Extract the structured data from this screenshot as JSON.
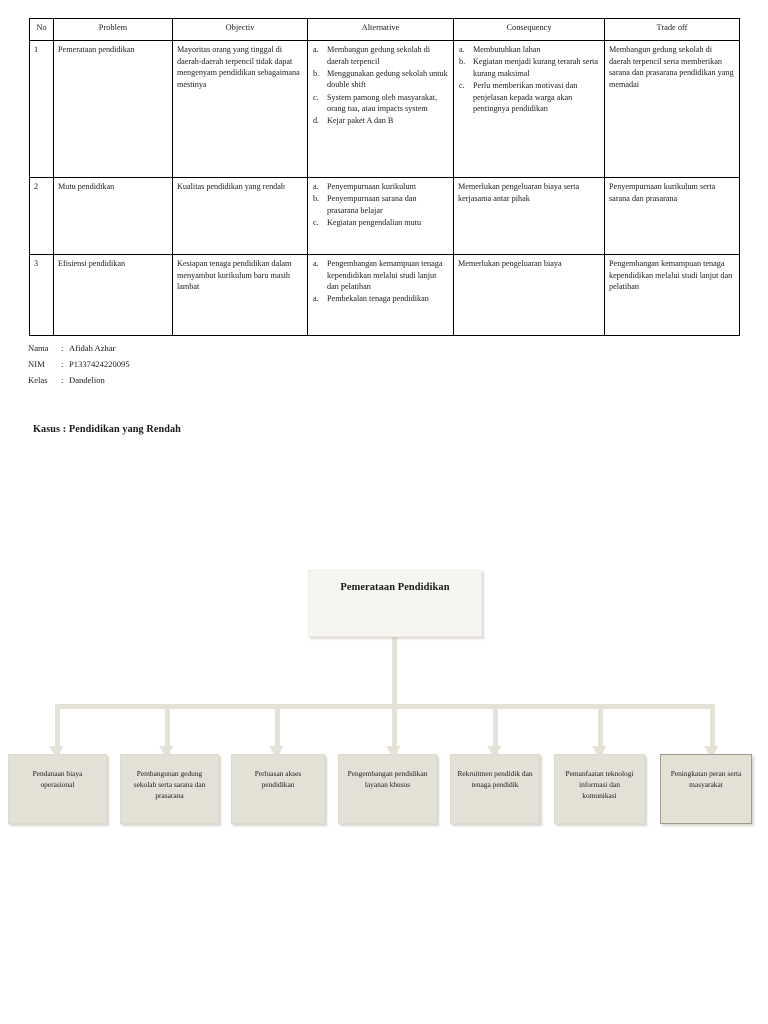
{
  "table": {
    "headers": [
      "No",
      "Problem",
      "Objectiv",
      "Alternative",
      "Consequency",
      "Trade off"
    ],
    "rows": [
      {
        "no": "1",
        "problem": "Pemerataan pendidikan",
        "objectiv": "Mayoritas orang yang tinggal di daerah-daerah terpencil tidak dapat mengenyam pendidikan sebagaimana mestinya",
        "alternative": [
          {
            "marker": "a.",
            "text": "Membangun gedung sekolah di daerah terpencil"
          },
          {
            "marker": "b.",
            "text": "Menggunakan gedung sekolah untuk double shift"
          },
          {
            "marker": "c.",
            "text": "System pamong oleh masyarakat, orang tua, atau impacts system"
          },
          {
            "marker": "d.",
            "text": "Kejar paket A dan B"
          }
        ],
        "consequency": [
          {
            "marker": "a.",
            "text": "Membutuhkan lahan"
          },
          {
            "marker": "b.",
            "text": "Kegiatan menjadi kurang terarah serta kurang maksimal"
          },
          {
            "marker": "c.",
            "text": "Perlu memberikan motivasi dan penjelasan kepada warga akan pentingnya pendidikan"
          }
        ],
        "tradeoff": "Membangun gedung sekolah di daerah terpencil serta memberikan sarana dan prasarana pendidikan yang memadai"
      },
      {
        "no": "2",
        "problem": "Mutu pendidikan",
        "objectiv": "Kualitas pendidikan yang rendah",
        "alternative": [
          {
            "marker": "a.",
            "text": "Penyempurnaan kurikulum"
          },
          {
            "marker": "b.",
            "text": "Penyempurnaan sarana dan prasarana belajar"
          },
          {
            "marker": "c.",
            "text": "Kegiatan pengendalian mutu"
          }
        ],
        "consequency_text": "Memerlukan pengeluaran biaya serta kerjasama antar pihak",
        "tradeoff": "Penyempurnaan kurikulum serta sarana dan prasarana"
      },
      {
        "no": "3",
        "problem": "Efisiensi pendidikan",
        "objectiv": "Kesiapan tenaga pendidikan dalam menyambut kurikulum baru masih lambat",
        "alternative": [
          {
            "marker": "a.",
            "text": "Pengembangan kemampuan tenaga kependidikan melalui studi lanjut dan pelatihan"
          },
          {
            "marker": "a.",
            "text": "Pembekalan tenaga pendidikan"
          }
        ],
        "consequency_text": "Memerlukan pengeluaran biaya",
        "tradeoff": "Pengembangan kemampuan tenaga kependidikan melalui studi lanjut dan pelatihan"
      }
    ]
  },
  "identity": {
    "rows": [
      {
        "label": "Nama",
        "colon": ":",
        "value": "Afidah Azhar"
      },
      {
        "label": "NIM",
        "colon": ":",
        "value": "P1337424220095"
      },
      {
        "label": "Kelas",
        "colon": ":",
        "value": "Dandelion"
      }
    ]
  },
  "case_title": "Kasus : Pendidikan yang Rendah",
  "diagram": {
    "root": "Pemerataan Pendidikan",
    "leaves": [
      "Pendanaan biaya operasional",
      "Pembangunan gedung sekolah serta sarana dan prasarana",
      "Perluasan akses pendidikan",
      "Pengembangan pendidikan layanan khusus",
      "Rekruitmen pendidik dan tenaga pendidik",
      "Pemanfaatan teknologi informasi dan komunikasi",
      "Peningkatan peran serta masyarakat"
    ],
    "colors": {
      "root_fill": "#f7f5ef",
      "leaf_fill": "#e3e0d6",
      "connector": "#e4e1d6",
      "selected_border": "#a09b87"
    }
  }
}
